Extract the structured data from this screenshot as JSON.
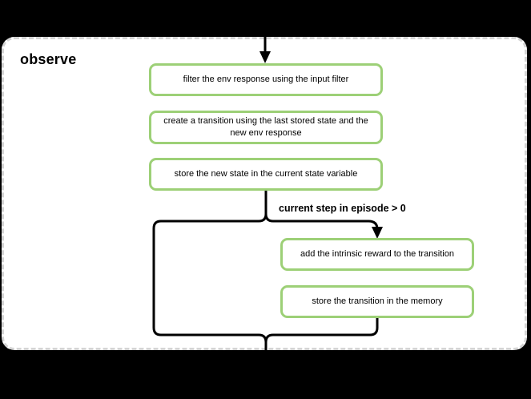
{
  "frame": {
    "label": "observe"
  },
  "diagram": {
    "nodes": [
      {
        "label": "filter the env response using the input filter"
      },
      {
        "label": "create a transition using the last stored state and the new env response"
      },
      {
        "label": "store the new state in the current state variable"
      },
      {
        "label": "add the intrinsic reward to the transition"
      },
      {
        "label": "store the transition in the memory"
      }
    ],
    "branch_label": "current step in episode > 0",
    "colors": {
      "node_border": "#9dd077",
      "connector": "#000000",
      "frame_border": "#d4d4d4",
      "frame_background": "#ffffff",
      "page_background": "#000000"
    }
  }
}
